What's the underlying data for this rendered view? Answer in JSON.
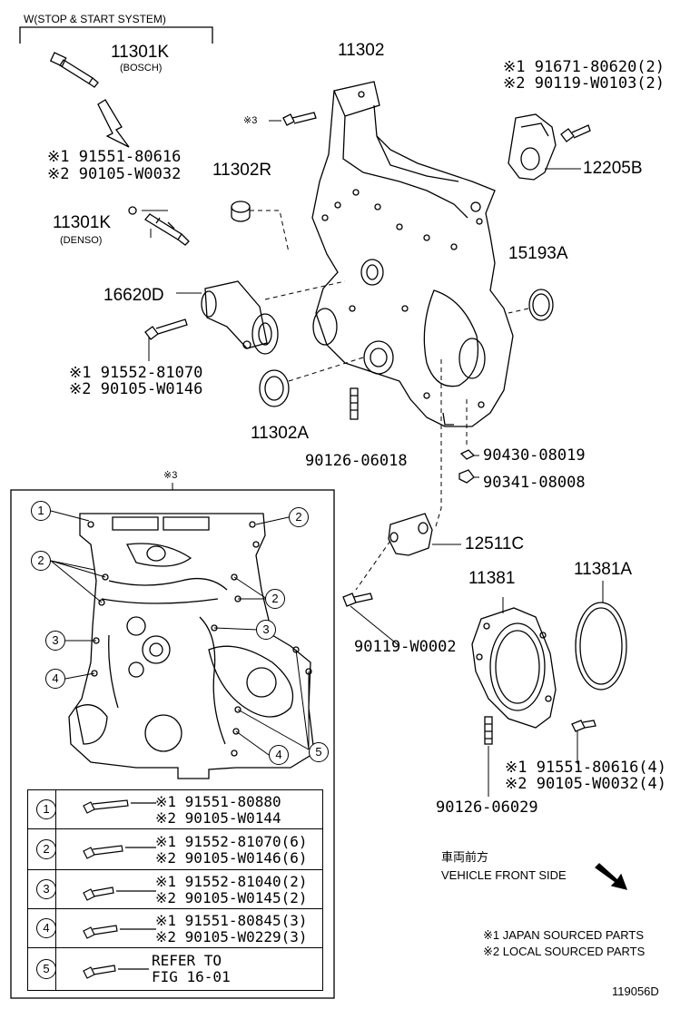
{
  "top_note": "W(STOP & START SYSTEM)",
  "parts": {
    "p11301k_top": "11301K",
    "bosch": "(BOSCH)",
    "p91551_a": "※1 91551-80616",
    "p90105_a": "※2 90105-W0032",
    "p11301k_mid": "11301K",
    "denso": "(DENSO)",
    "p11302": "11302",
    "note3_bolt": "※3",
    "p11302r": "11302R",
    "p16620d": "16620D",
    "p91552": "※1 91552-81070",
    "p90105_b": "※2 90105-W0146",
    "p11302a": "11302A",
    "p90126_a": "90126-06018",
    "p91671": "※1 91671-80620(2)",
    "p90119_a": "※2 90119-W0103(2)",
    "p12205b": "12205B",
    "p15193a": "15193A",
    "p90430": "90430-08019",
    "p90341": "90341-08008",
    "p12511c": "12511C",
    "p11381": "11381",
    "p11381a": "11381A",
    "p90119_b": "90119-W0002",
    "p91551_b": "※1 91551-80616(4)",
    "p90105_c": "※2 90105-W0032(4)",
    "p90126_b": "90126-06029"
  },
  "inset": {
    "title": "※3",
    "callouts": [
      "1",
      "2",
      "3",
      "4",
      "5"
    ]
  },
  "table": [
    {
      "n": "1",
      "a": "※1 91551-80880",
      "b": "※2 90105-W0144"
    },
    {
      "n": "2",
      "a": "※1 91552-81070(6)",
      "b": "※2 90105-W0146(6)"
    },
    {
      "n": "3",
      "a": "※1 91552-81040(2)",
      "b": "※2 90105-W0145(2)"
    },
    {
      "n": "4",
      "a": "※1 91551-80845(3)",
      "b": "※2 90105-W0229(3)"
    },
    {
      "n": "5",
      "a": "REFER TO",
      "b": "FIG 16-01"
    }
  ],
  "front": {
    "jp": "車両前方",
    "en": "VEHICLE FRONT SIDE"
  },
  "legend": {
    "l1": "※1 JAPAN SOURCED PARTS",
    "l2": "※2 LOCAL SOURCED PARTS"
  },
  "diagram_id": "119056D"
}
